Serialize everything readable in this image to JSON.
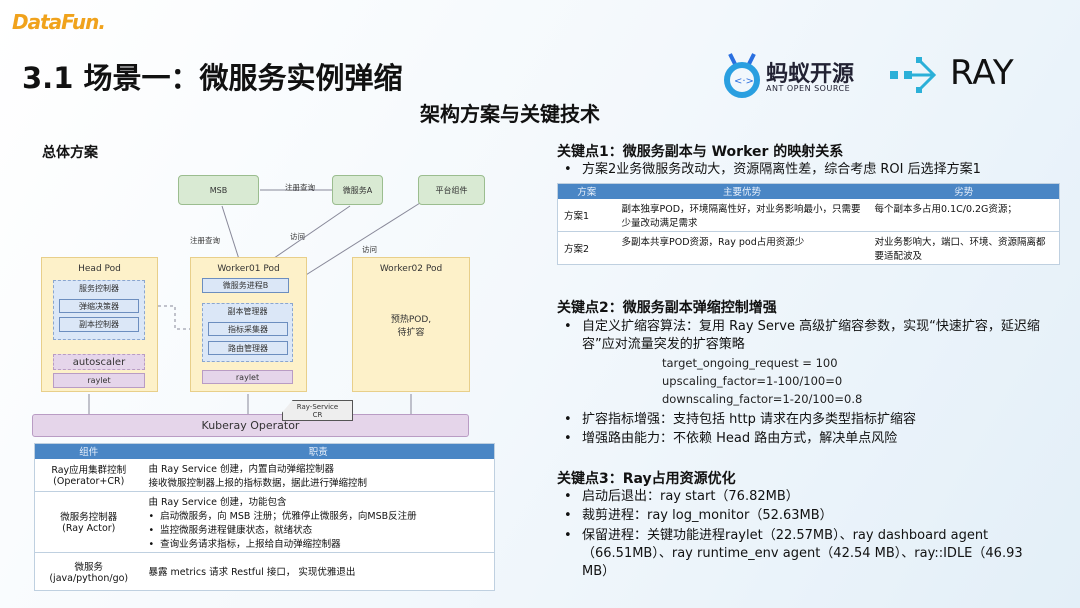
{
  "header": {
    "logo": "DataFun.",
    "title": "3.1 场景一：微服务实例弹缩",
    "subtitle": "架构方案与关键技术",
    "ant_logo_cn": "蚂蚁开源",
    "ant_logo_en": "ANT OPEN SOURCE",
    "ray_logo": "RAY"
  },
  "left": {
    "heading": "总体方案",
    "diagram": {
      "msb": "MSB",
      "service_a": "微服务A",
      "platform": "平台组件",
      "label_register_query_top": "注册查询",
      "label_register_query": "注册查询",
      "label_visit1": "访问",
      "label_visit2": "访问",
      "head_pod": "Head Pod",
      "service_controller": "服务控制器",
      "scaling_decider": "弹缩决策器",
      "replica_controller": "副本控制器",
      "autoscaler": "autoscaler",
      "raylet_head": "raylet",
      "worker01": "Worker01 Pod",
      "process_b": "微服务进程B",
      "replica_manager": "副本管理器",
      "metrics_collector": "指标采集器",
      "route_manager": "路由管理器",
      "raylet_w1": "raylet",
      "worker02": "Worker02 Pod",
      "prewarm": "预热POD,\n待扩容",
      "ray_service_cr": "Ray-Service\nCR",
      "kuberay": "Kuberay Operator"
    },
    "table": {
      "headers": [
        "组件",
        "职责"
      ],
      "rows": [
        {
          "component": "Ray应用集群控制\n(Operator+CR)",
          "duty": "由 Ray Service 创建，内置自动弹缩控制器\n接收微服控制器上报的指标数据，据此进行弹缩控制"
        },
        {
          "component": "微服务控制器\n(Ray Actor)",
          "duty": "由 Ray Service 创建，功能包含\n•  启动微服务，向 MSB 注册；优雅停止微服务，向MSB反注册\n•  监控微服务进程健康状态，就绪状态\n•  查询业务请求指标，上报给自动弹缩控制器"
        },
        {
          "component": "微服务\n(java/python/go)",
          "duty": "暴露 metrics 请求 Restful 接口， 实现优雅退出"
        }
      ]
    }
  },
  "right": {
    "kp1": {
      "title": "关键点1：微服务副本与 Worker 的映射关系",
      "bullet": "方案2业务微服务改动大，资源隔离性差，综合考虑 ROI 后选择方案1",
      "table": {
        "headers": [
          "方案",
          "主要优势",
          "劣势"
        ],
        "rows": [
          [
            "方案1",
            "副本独享POD，环境隔离性好，对业务影响最小，只需要少量改动满足需求",
            "每个副本多占用0.1C/0.2G资源；"
          ],
          [
            "方案2",
            "多副本共享POD资源，Ray pod占用资源少",
            "对业务影响大，端口、环境、资源隔离都要适配波及"
          ]
        ]
      }
    },
    "kp2": {
      "title": "关键点2：微服务副本弹缩控制增强",
      "bullets": [
        "自定义扩缩容算法：复用 Ray Serve 高级扩缩容参数，实现“快速扩容，延迟缩容”应对流量突发的扩容策略",
        "扩容指标增强：支持包括 http 请求在内多类型指标扩缩容",
        "增强路由能力：不依赖 Head 路由方式，解决单点风险"
      ],
      "params": [
        "target_ongoing_request = 100",
        "upscaling_factor=1-100/100=0",
        "downscaling_factor=1-20/100=0.8"
      ]
    },
    "kp3": {
      "title": "关键点3：Ray占用资源优化",
      "bullets": [
        "启动后退出：ray start（76.82MB）",
        "裁剪进程：ray log_monitor（52.63MB）",
        "保留进程：关键功能进程raylet（22.57MB）、ray dashboard agent（66.51MB）、ray runtime_env agent（42.54 MB）、ray::IDLE（46.93 MB）"
      ]
    }
  },
  "colors": {
    "table_header": "#4a86c5",
    "pod": "#fdf1c9",
    "component_blue": "#dbe7f7",
    "external_green": "#d9ead3",
    "raylet_purple": "#e5d5ea"
  }
}
